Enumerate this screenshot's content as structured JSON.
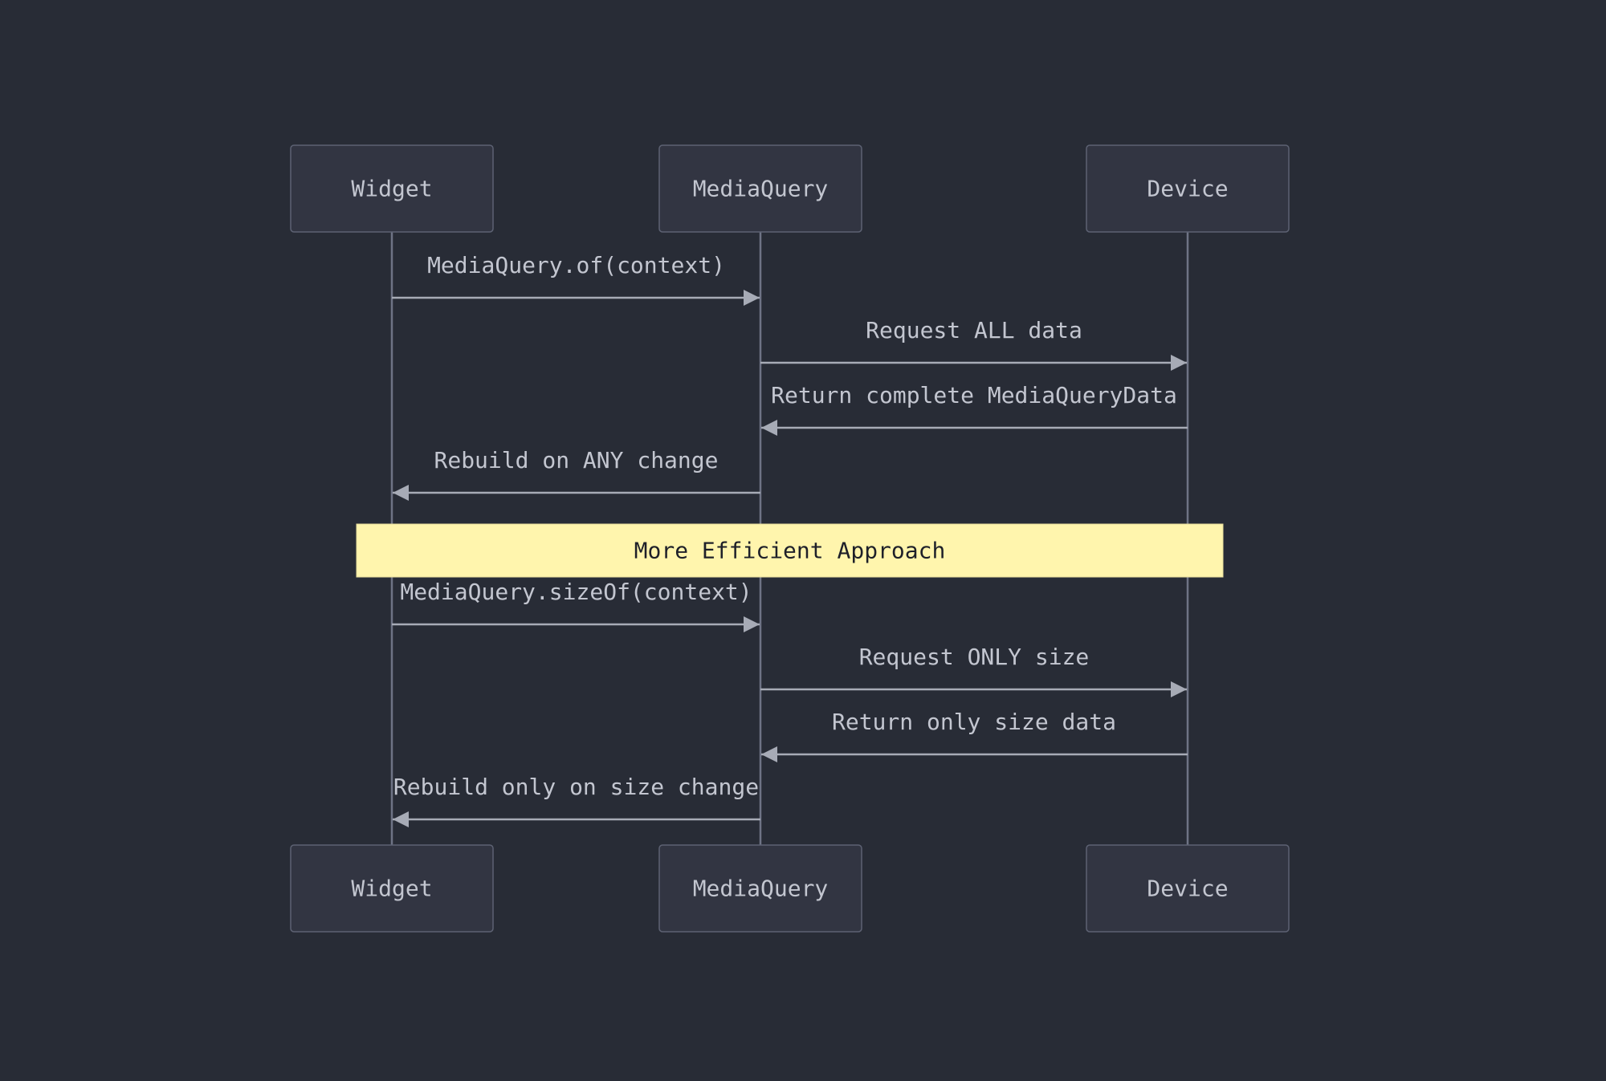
{
  "diagram": {
    "type": "sequence",
    "participants": [
      {
        "id": "widget",
        "label": "Widget"
      },
      {
        "id": "mediaquery",
        "label": "MediaQuery"
      },
      {
        "id": "device",
        "label": "Device"
      }
    ],
    "steps": [
      {
        "kind": "message",
        "from": "widget",
        "to": "mediaquery",
        "label": "MediaQuery.of(context)"
      },
      {
        "kind": "message",
        "from": "mediaquery",
        "to": "device",
        "label": "Request ALL data"
      },
      {
        "kind": "message",
        "from": "device",
        "to": "mediaquery",
        "label": "Return complete MediaQueryData"
      },
      {
        "kind": "message",
        "from": "mediaquery",
        "to": "widget",
        "label": "Rebuild on ANY change"
      },
      {
        "kind": "note",
        "over": [
          "widget",
          "device"
        ],
        "label": "More Efficient Approach"
      },
      {
        "kind": "message",
        "from": "widget",
        "to": "mediaquery",
        "label": "MediaQuery.sizeOf(context)"
      },
      {
        "kind": "message",
        "from": "mediaquery",
        "to": "device",
        "label": "Request ONLY size"
      },
      {
        "kind": "message",
        "from": "device",
        "to": "mediaquery",
        "label": "Return only size data"
      },
      {
        "kind": "message",
        "from": "mediaquery",
        "to": "widget",
        "label": "Rebuild only on size change"
      }
    ]
  },
  "colors": {
    "background": "#282c36",
    "actor_fill": "#323542",
    "actor_border": "#5d6273",
    "lifeline": "#6e7385",
    "message_line": "#a7abb6",
    "text": "#c3c6d0",
    "note_fill": "#fff5ad",
    "note_text": "#1e2029"
  }
}
